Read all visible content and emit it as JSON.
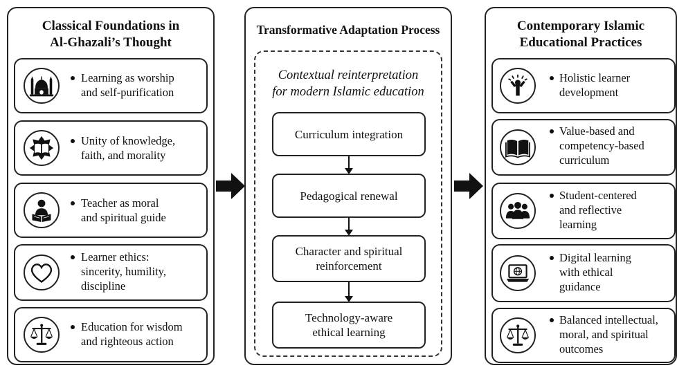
{
  "left": {
    "title": "Classical Foundations in Al-Ghazali's Thought",
    "title_lines": [
      "Classical Foundations in",
      "Al-Ghazali’s Thought"
    ],
    "items": [
      {
        "icon": "mosque-icon",
        "lines": [
          "Learning as worship",
          "and self-purification"
        ]
      },
      {
        "icon": "open-book-icon",
        "lines": [
          "Unity of knowledge,",
          "faith, and morality"
        ]
      },
      {
        "icon": "teacher-reading-icon",
        "lines": [
          "Teacher as moral",
          "and spiritual guide"
        ]
      },
      {
        "icon": "heart-icon",
        "lines": [
          "Learner ethics:",
          "sincerity, humility,",
          "discipline"
        ]
      },
      {
        "icon": "scales-icon",
        "lines": [
          "Education for wisdom",
          "and righteous action"
        ]
      }
    ]
  },
  "middle": {
    "title": "Transformative Adaptation Process",
    "subtitle_lines": [
      "Contextual reinterpretation",
      "for modern Islamic education"
    ],
    "steps": [
      {
        "lines": [
          "Curriculum integration"
        ]
      },
      {
        "lines": [
          "Pedagogical renewal"
        ]
      },
      {
        "lines": [
          "Character and spiritual",
          "reinforcement"
        ]
      },
      {
        "lines": [
          "Technology-aware",
          "ethical learning"
        ]
      }
    ]
  },
  "right": {
    "title_lines": [
      "Contemporary Islamic",
      "Educational Practices"
    ],
    "items": [
      {
        "icon": "learner-growth-icon",
        "lines": [
          "Holistic learner",
          "development"
        ]
      },
      {
        "icon": "book-icon",
        "lines": [
          "Value-based and",
          "competency-based",
          "curriculum"
        ]
      },
      {
        "icon": "group-icon",
        "lines": [
          "Student-centered",
          "and reflective",
          "learning"
        ]
      },
      {
        "icon": "laptop-globe-icon",
        "lines": [
          "Digital learning",
          "with ethical",
          "guidance"
        ]
      },
      {
        "icon": "scales-icon",
        "lines": [
          "Balanced intellectual,",
          "moral, and spiritual",
          "outcomes"
        ]
      }
    ]
  },
  "colors": {
    "ink": "#111111",
    "border": "#222222",
    "background": "#ffffff"
  }
}
